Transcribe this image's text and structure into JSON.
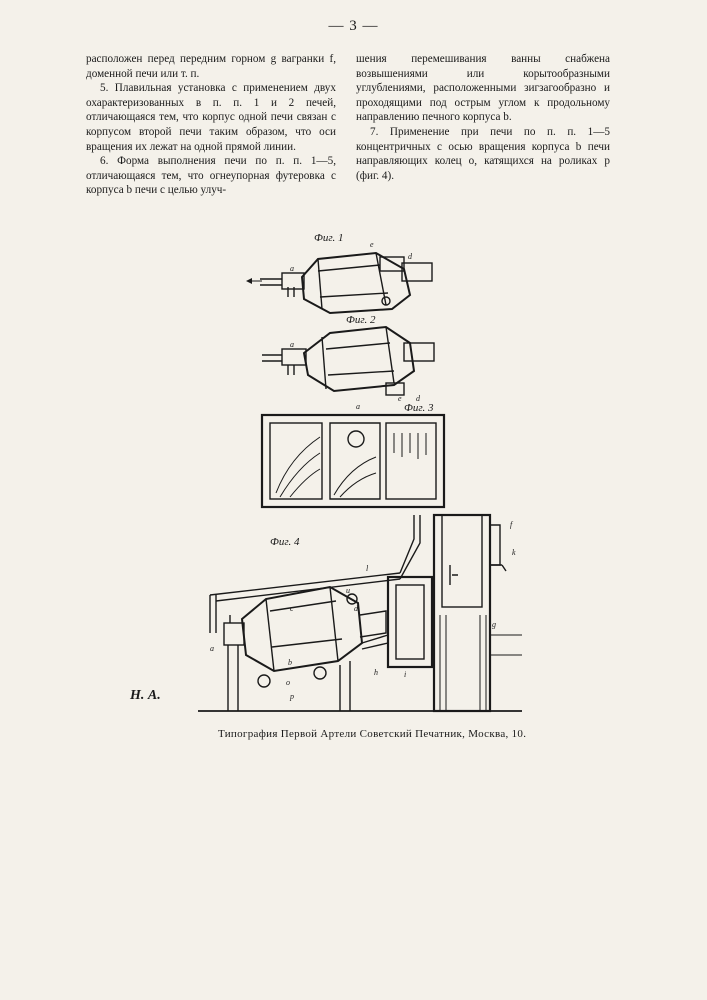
{
  "page_number": "— 3 —",
  "left_column": {
    "p1": "расположен перед передним горном g вагранки f, доменной печи или т. п.",
    "p2": "5. Плавильная установка с применением двух охарактеризованных в п. п. 1 и 2 печей, отличающаяся тем, что корпус одной печи связан с корпусом второй печи таким образом, что оси вращения их лежат на одной прямой линии.",
    "p3": "6. Форма выполнения печи по п. п. 1—5, отличающаяся тем, что огнеупорная футеровка c корпуса b печи с целью улуч-"
  },
  "right_column": {
    "p1": "шения перемешивания ванны снабжена возвышениями или корытообразными углублениями, расположенными зигзагообразно и проходящими под острым углом к продольному направлению печного корпуса b.",
    "p2": "7. Применение при печи по п. п. 1—5 концентричных с осью вращения корпуса b печи направляющих колец o, катящихся на роликах p (фиг. 4)."
  },
  "figures": {
    "fig1": "Фиг. 1",
    "fig2": "Фиг. 2",
    "fig3": "Фиг. 3",
    "fig4": "Фиг. 4",
    "letters": {
      "a": "a",
      "b": "b",
      "c": "c",
      "d": "d",
      "e": "e",
      "f": "f",
      "g": "g",
      "h": "h",
      "i": "i",
      "k": "k",
      "l": "l",
      "o": "o",
      "p": "p",
      "u": "u"
    }
  },
  "initials": "Н. А.",
  "printer_line": "Типография Первой Артели Советский Печатник, Москва, 10."
}
